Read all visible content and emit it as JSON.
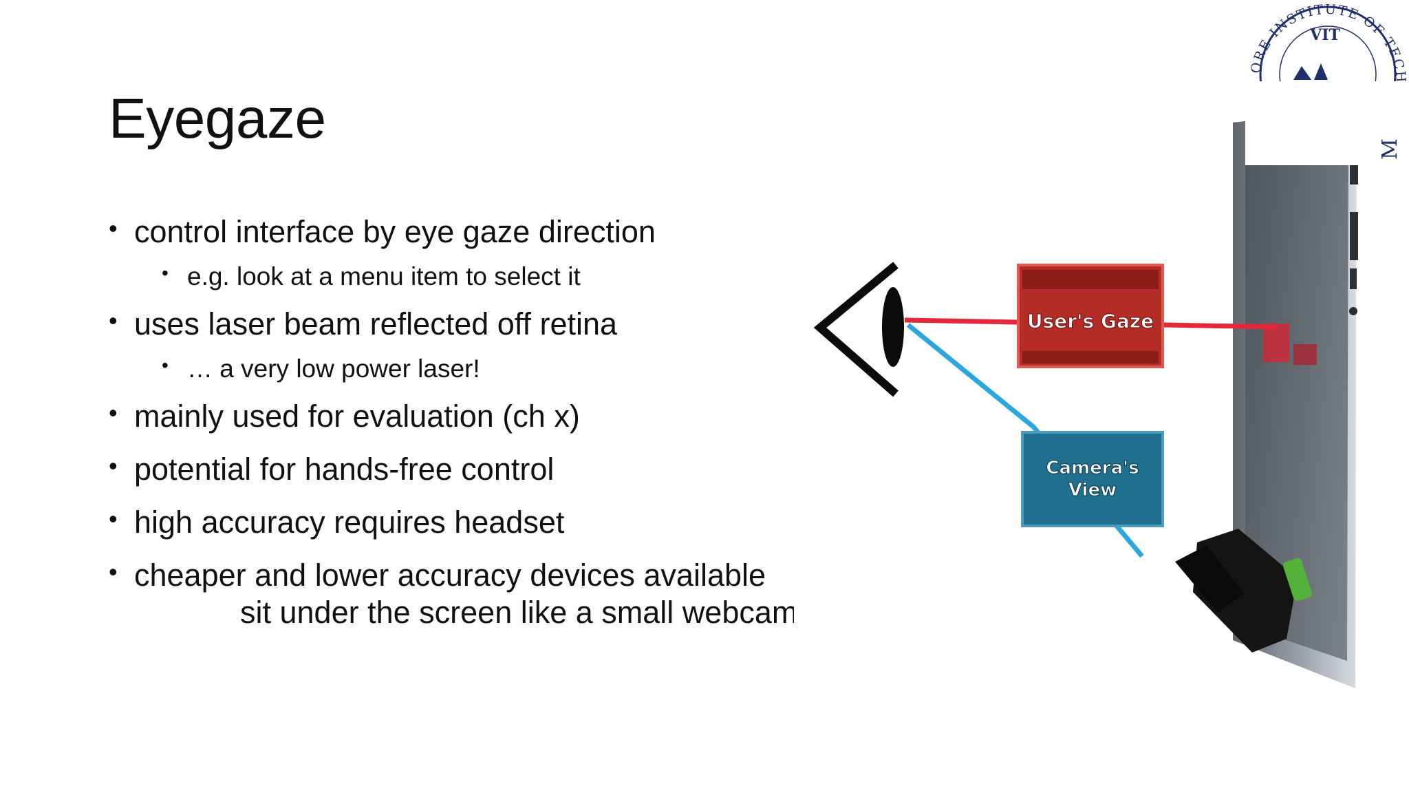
{
  "slide": {
    "title": "Eyegaze",
    "bullets": [
      {
        "level": 1,
        "text": "control interface by eye gaze direction"
      },
      {
        "level": 2,
        "text": "e.g. look at a menu item to select it"
      },
      {
        "level": 1,
        "text": "uses laser beam reflected off retina"
      },
      {
        "level": 2,
        "text": "… a very low power laser!"
      },
      {
        "level": 1,
        "text": "mainly used for evaluation (ch x)"
      },
      {
        "level": 1,
        "text": "potential for hands-free control"
      },
      {
        "level": 1,
        "text": "high accuracy requires headset"
      },
      {
        "level": 1,
        "text": "cheaper and lower accuracy devices available"
      }
    ],
    "continuation": "sit under the screen like a small webcam",
    "bullet_glyph": "•"
  },
  "figure": {
    "gaze_label_line1": "User's Gaze",
    "camera_label_line1": "Camera's",
    "camera_label_line2": "View",
    "colors": {
      "gaze_box": "#b52b26",
      "gaze_line": "#e4283a",
      "camera_box": "#1f6f8e",
      "camera_line": "#2aa7dd",
      "device": "#8c939c"
    },
    "icons": [
      "eye-icon",
      "tablet-device",
      "webcam-icon"
    ]
  },
  "logo": {
    "arc_text": "ORE INSTITUTE OF TECHNOLOG",
    "center_text": "VIT",
    "side_mark": "M",
    "color": "#1e2f6b"
  }
}
